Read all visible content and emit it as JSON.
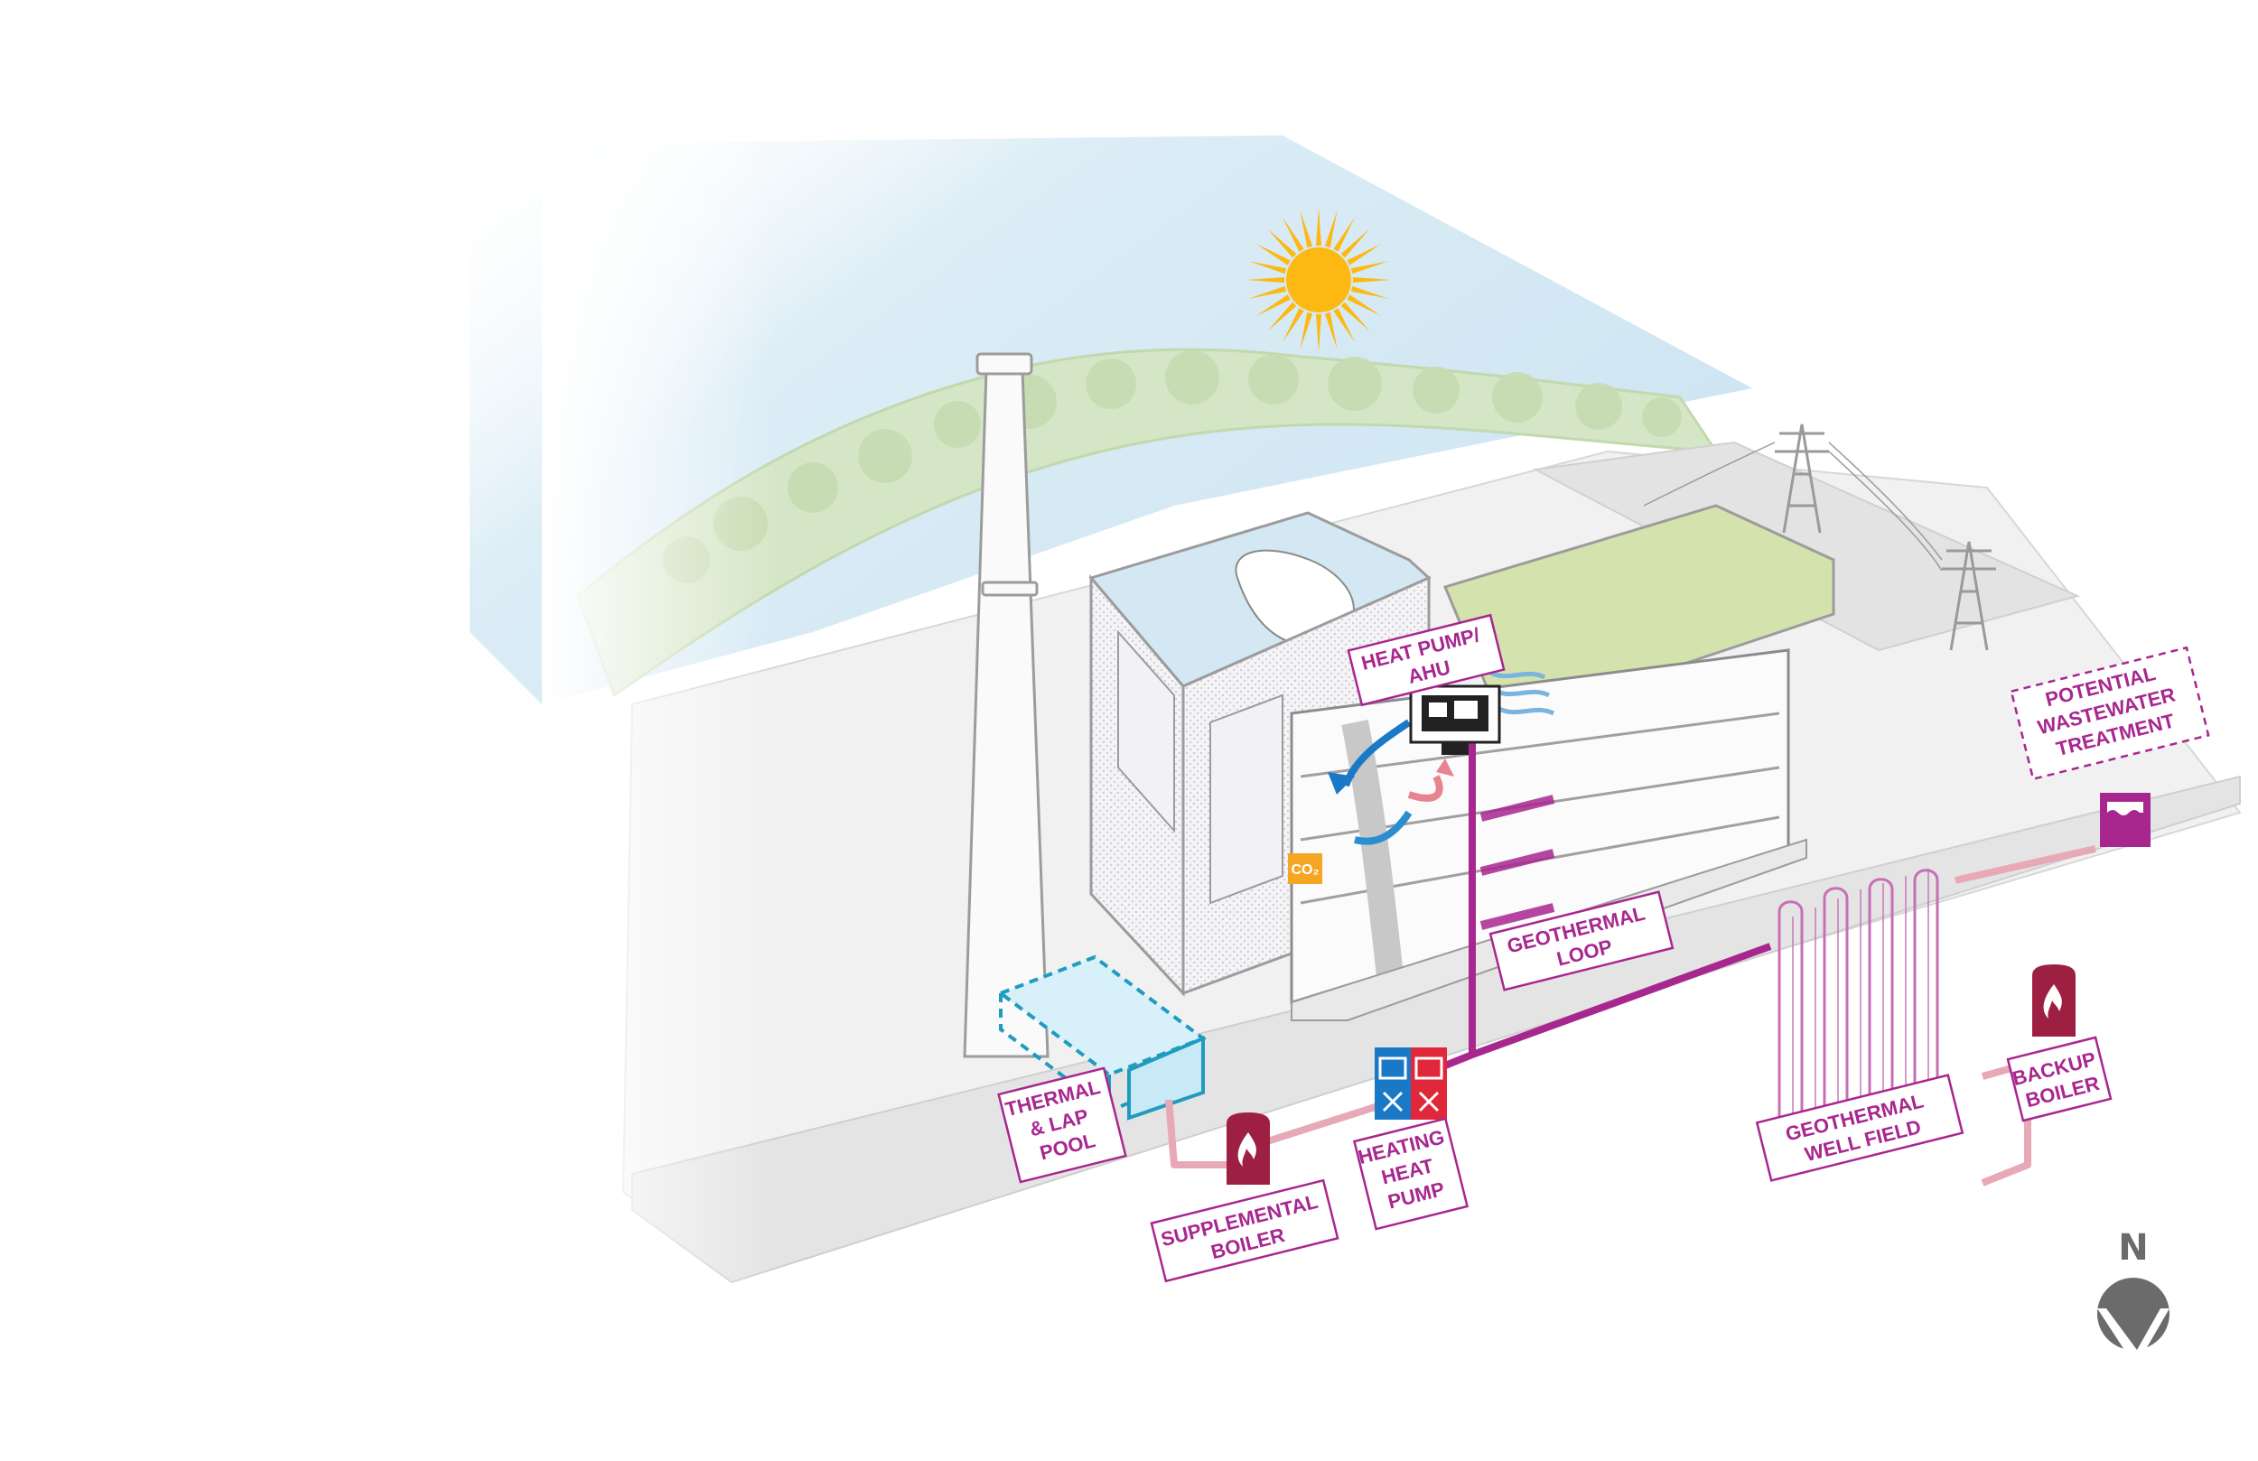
{
  "labels": {
    "heat_pump_ahu": [
      "HEAT PUMP/",
      "AHU"
    ],
    "geothermal_loop": [
      "GEOTHERMAL",
      "LOOP"
    ],
    "thermal_lap_pool": [
      "THERMAL",
      "& LAP",
      "POOL"
    ],
    "supplemental_boiler": [
      "SUPPLEMENTAL",
      "BOILER"
    ],
    "heating_heat_pump": [
      "HEATING",
      "HEAT",
      "PUMP"
    ],
    "geothermal_well_field": [
      "GEOTHERMAL",
      "WELL FIELD"
    ],
    "backup_boiler": [
      "BACKUP",
      "BOILER"
    ],
    "potential_wastewater_treatment": [
      "POTENTIAL",
      "WASTEWATER",
      "TREATMENT"
    ],
    "co2_badge": "CO₂",
    "compass_north": "N"
  },
  "icons": {
    "sun": "sun-icon",
    "boiler": "flame-boiler-icon",
    "heat_pump": "heat-pump-icon",
    "wastewater": "water-tank-icon",
    "transmission_tower": "transmission-tower-icon",
    "north_arrow": "north-arrow-icon"
  },
  "colors": {
    "pipe_primary": "#a8278f",
    "pipe_light": "#e8a9b6",
    "label_border": "#a8278f",
    "sky": "#d3e8f3",
    "trees": "#d5e6c6",
    "green_roof": "#d4e2ad",
    "pool": "#1f9bc0",
    "sun": "#fdb813",
    "heat_pump_blue": "#1a79c7",
    "heat_pump_red": "#e0283a",
    "boiler": "#9d2043",
    "co2_badge": "#f5a623",
    "compass": "#6b6b6b"
  }
}
